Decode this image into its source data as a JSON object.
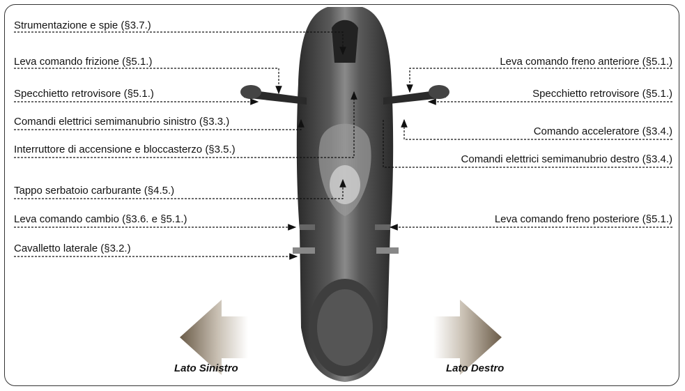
{
  "labels_left": [
    {
      "id": "strumentazione",
      "text": "Strumentazione e spie (§3.7.)"
    },
    {
      "id": "leva-frizione",
      "text": "Leva comando frizione (§5.1.)"
    },
    {
      "id": "specchietto-sx",
      "text": "Specchietto retrovisore (§5.1.)"
    },
    {
      "id": "comandi-sx",
      "text": "Comandi elettrici semimanubrio sinistro (§3.3.)"
    },
    {
      "id": "interruttore",
      "text": "Interruttore di accensione e bloccasterzo (§3.5.)"
    },
    {
      "id": "tappo",
      "text": "Tappo serbatoio carburante (§4.5.)"
    },
    {
      "id": "leva-cambio",
      "text": "Leva comando cambio (§3.6. e §5.1.)"
    },
    {
      "id": "cavalletto",
      "text": "Cavalletto laterale (§3.2.)"
    }
  ],
  "labels_right": [
    {
      "id": "freno-anteriore",
      "text": "Leva comando freno anteriore (§5.1.)"
    },
    {
      "id": "specchietto-dx",
      "text": "Specchietto retrovisore (§5.1.)"
    },
    {
      "id": "acceleratore",
      "text": "Comando acceleratore (§3.4.)"
    },
    {
      "id": "comandi-dx",
      "text": "Comandi elettrici semimanubrio destro (§3.4.)"
    },
    {
      "id": "freno-posteriore",
      "text": "Leva comando freno posteriore (§5.1.)"
    }
  ],
  "sides": {
    "left": "Lato Sinistro",
    "right": "Lato Destro"
  }
}
